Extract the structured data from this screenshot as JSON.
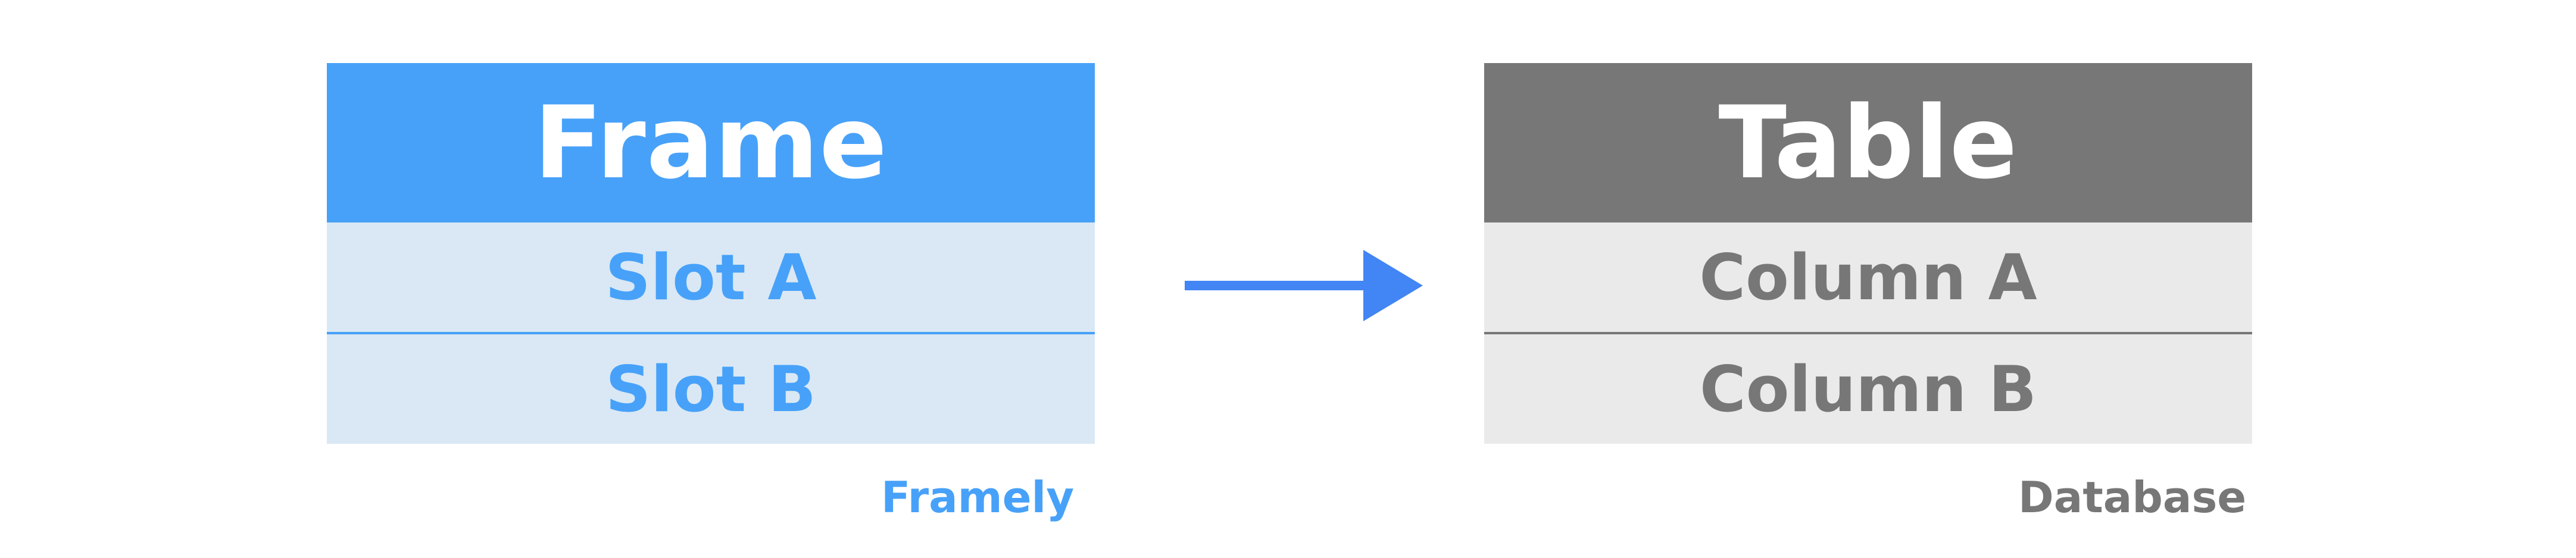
{
  "source": {
    "header": "Frame",
    "rows": [
      "Slot A",
      "Slot B"
    ],
    "caption": "Framely",
    "color": "#47a1f9",
    "row_background": "#d9e8f4"
  },
  "target": {
    "header": "Table",
    "rows": [
      "Column A",
      "Column B"
    ],
    "caption": "Database",
    "color": "#777777",
    "row_background": "#eaeaea"
  },
  "arrow": {
    "icon": "arrow-right-icon",
    "color": "#4285f4"
  }
}
